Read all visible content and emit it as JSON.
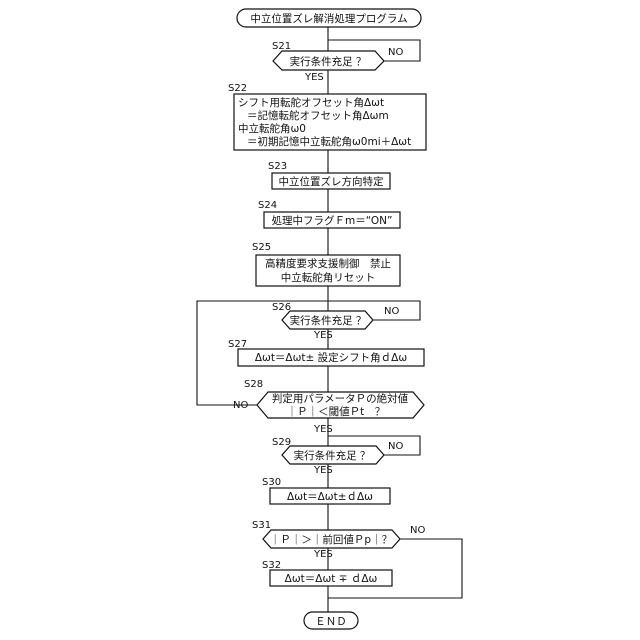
{
  "terminals": {
    "start": "中立位置ズレ解消処理プログラム",
    "end": "ＥＮＤ"
  },
  "steps": {
    "s21": {
      "id": "S21",
      "text": "実行条件充足 ？"
    },
    "s22": {
      "id": "S22",
      "lines": [
        "シフト用転舵オフセット角Δωt",
        "＝記憶転舵オフセット角Δωm",
        "中立転舵角ω0",
        "＝初期記憶中立転舵角ω0mi＋Δωt"
      ]
    },
    "s23": {
      "id": "S23",
      "text": "中立位置ズレ方向特定"
    },
    "s24": {
      "id": "S24",
      "text": "処理中フラグＦm＝“ON”"
    },
    "s25": {
      "id": "S25",
      "lines": [
        "高精度要求支援制御　禁止",
        "中立転舵角リセット"
      ]
    },
    "s26": {
      "id": "S26",
      "text": "実行条件充足 ？"
    },
    "s27": {
      "id": "S27",
      "text": "Δωt＝Δωt± 設定シフト角ｄΔω"
    },
    "s28": {
      "id": "S28",
      "lines": [
        "判定用パラメータＰの絶対値",
        "｜Ｐ｜＜閾値Ｐt　？"
      ]
    },
    "s29": {
      "id": "S29",
      "text": "実行条件充足 ？"
    },
    "s30": {
      "id": "S30",
      "text": "Δωt＝Δωt±ｄΔω"
    },
    "s31": {
      "id": "S31",
      "text": "｜Ｐ｜＞｜前回値Ｐp｜？"
    },
    "s32": {
      "id": "S32",
      "text": "Δωt＝Δωt ∓ ｄΔω"
    }
  },
  "branch_labels": {
    "yes": "YES",
    "no": "NO"
  }
}
